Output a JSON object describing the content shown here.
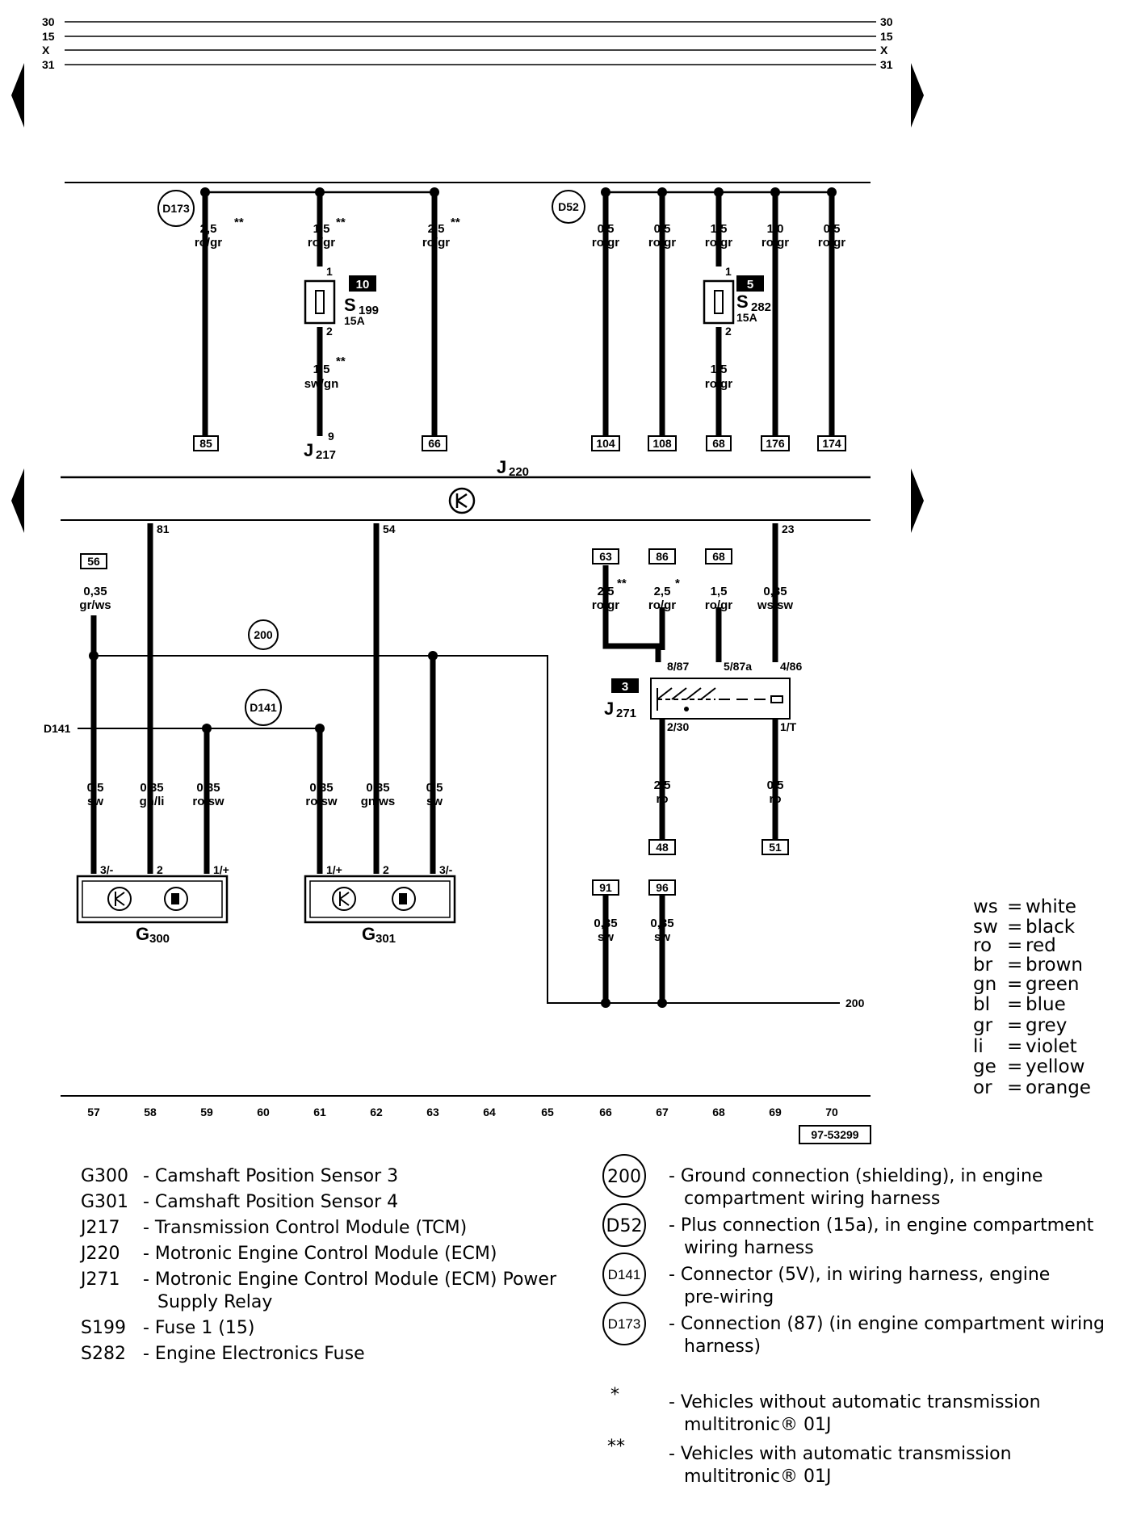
{
  "rails": [
    "30",
    "15",
    "X",
    "31"
  ],
  "module_top": {
    "label": "J",
    "sub": "220"
  },
  "ground_circles": {
    "d173": "D173",
    "d52": "D52",
    "c200": "200",
    "d141": "D141"
  },
  "top_wires": [
    {
      "size": "2,5",
      "color": "ro/gr",
      "mark": "**",
      "pin": "85"
    },
    {
      "size": "1,5",
      "color": "ro/gr",
      "mark": "**"
    },
    {
      "size": "2,5",
      "color": "ro/gr",
      "mark": "**",
      "pin": "66"
    },
    {
      "size": "0,5",
      "color": "ro/gr",
      "pin": "104"
    },
    {
      "size": "0,5",
      "color": "ro/gr",
      "pin": "108"
    },
    {
      "size": "1,5",
      "color": "ro/gr"
    },
    {
      "size": "1,0",
      "color": "ro/gr",
      "pin": "176"
    },
    {
      "size": "0,5",
      "color": "ro/gr",
      "pin": "174"
    }
  ],
  "fuse_s199": {
    "box": "10",
    "name": "S",
    "sub": "199",
    "amp": "15A",
    "pin_in": "1",
    "pin_out": "2",
    "wire_size": "1,5",
    "wire_color": "sw/gn",
    "mark": "**",
    "dest": "J",
    "dest_sub": "217",
    "dest_pin": "9"
  },
  "fuse_s282": {
    "box": "5",
    "name": "S",
    "sub": "282",
    "amp": "15A",
    "pin_in": "1",
    "pin_out": "2",
    "wire_size": "1,5",
    "wire_color": "ro/gr",
    "pin": "68"
  },
  "lower_pins": {
    "p81": "81",
    "p54": "54",
    "p23": "23"
  },
  "lower_wires": {
    "w56": {
      "pin": "56",
      "size": "0,35",
      "color": "gr/ws"
    },
    "w63": {
      "pin": "63",
      "size": "2,5",
      "color": "ro/gr",
      "mark": "**"
    },
    "w86": {
      "pin": "86",
      "size": "2,5",
      "color": "ro/gr",
      "mark": "*"
    },
    "w68": {
      "pin": "68",
      "size": "1,5",
      "color": "ro/gr"
    },
    "w23": {
      "size": "0,35",
      "color": "ws/sw"
    }
  },
  "relay_j271": {
    "box": "3",
    "name": "J",
    "sub": "271",
    "p1": "8/87",
    "p2": "5/87a",
    "p3": "4/86",
    "p4": "2/30",
    "p5": "1/T"
  },
  "relay_out": {
    "left": {
      "size": "2,5",
      "color": "ro",
      "pin": "48"
    },
    "right": {
      "size": "0,5",
      "color": "ro",
      "pin": "51"
    }
  },
  "d141_label": "D141",
  "sensor_wires": [
    {
      "size": "0,5",
      "color": "sw"
    },
    {
      "size": "0,35",
      "color": "gn/li"
    },
    {
      "size": "0,35",
      "color": "ro/sw"
    },
    {
      "size": "0,35",
      "color": "ro/sw"
    },
    {
      "size": "0,35",
      "color": "gn/ws"
    },
    {
      "size": "0,5",
      "color": "sw"
    }
  ],
  "sensor_pins": {
    "g300": [
      "3/-",
      "2",
      "1/+"
    ],
    "g301": [
      "1/+",
      "2",
      "3/-"
    ]
  },
  "sensors": {
    "g300": {
      "name": "G",
      "sub": "300"
    },
    "g301": {
      "name": "G",
      "sub": "301"
    }
  },
  "ground_wires": [
    {
      "pin": "91",
      "size": "0,35",
      "color": "sw"
    },
    {
      "pin": "96",
      "size": "0,35",
      "color": "sw"
    }
  ],
  "ground_200": "200",
  "columns": [
    "57",
    "58",
    "59",
    "60",
    "61",
    "62",
    "63",
    "64",
    "65",
    "66",
    "67",
    "68",
    "69",
    "70"
  ],
  "ref_code": "97-53299",
  "color_codes": [
    {
      "code": "ws",
      "name": "white"
    },
    {
      "code": "sw",
      "name": "black"
    },
    {
      "code": "ro",
      "name": "red"
    },
    {
      "code": "br",
      "name": "brown"
    },
    {
      "code": "gn",
      "name": "green"
    },
    {
      "code": "bl",
      "name": "blue"
    },
    {
      "code": "gr",
      "name": "grey"
    },
    {
      "code": "li",
      "name": "violet"
    },
    {
      "code": "ge",
      "name": "yellow"
    },
    {
      "code": "or",
      "name": "orange"
    }
  ],
  "legend_components": [
    {
      "id": "G300",
      "desc": "- Camshaft Position Sensor 3"
    },
    {
      "id": "G301",
      "desc": "- Camshaft Position Sensor 4"
    },
    {
      "id": "J217",
      "desc": "- Transmission Control Module (TCM)"
    },
    {
      "id": "J220",
      "desc": "- Motronic Engine Control Module (ECM)"
    },
    {
      "id": "J271",
      "desc": "- Motronic Engine Control Module (ECM) Power",
      "desc2": "Supply Relay"
    },
    {
      "id": "S199",
      "desc": "- Fuse 1 (15)"
    },
    {
      "id": "S282",
      "desc": "- Engine Electronics Fuse"
    }
  ],
  "legend_connections": [
    {
      "sym": "200",
      "l1": "- Ground connection (shielding), in engine",
      "l2": "compartment wiring harness"
    },
    {
      "sym": "D52",
      "l1": "- Plus connection (15a), in engine compartment",
      "l2": "wiring harness"
    },
    {
      "sym": "D141",
      "l1": "- Connector (5V), in wiring harness, engine",
      "l2": "pre-wiring"
    },
    {
      "sym": "D173",
      "l1": "- Connection (87) (in engine compartment wiring",
      "l2": "harness)"
    }
  ],
  "legend_notes": [
    {
      "sym": "*",
      "l1": "- Vehicles without automatic transmission",
      "l2": "multitronic® 01J"
    },
    {
      "sym": "**",
      "l1": "- Vehicles with automatic transmission",
      "l2": "multitronic® 01J"
    }
  ]
}
